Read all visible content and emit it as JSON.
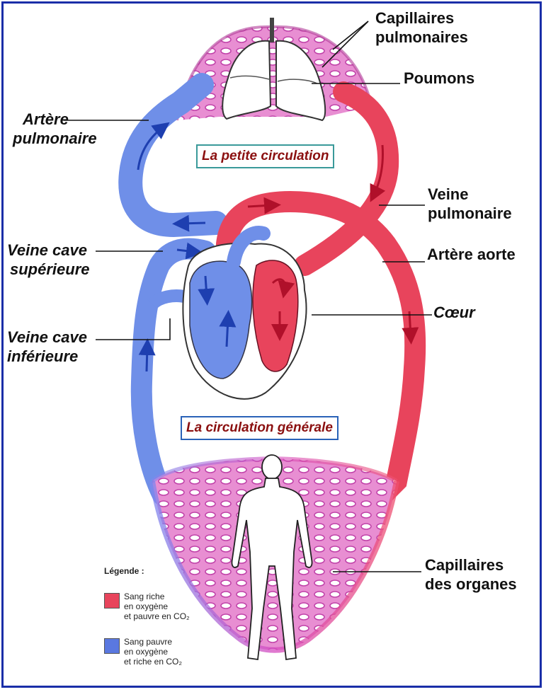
{
  "titles": {
    "petite": "La petite circulation",
    "generale": "La circulation générale"
  },
  "labels": {
    "capillaires_pulmonaires": [
      "Capillaires",
      "pulmonaires"
    ],
    "poumons": "Poumons",
    "artere_pulmonaire": [
      "Artère",
      "pulmonaire"
    ],
    "veine_pulmonaire": [
      "Veine",
      "pulmonaire"
    ],
    "artere_aorte": "Artère aorte",
    "veine_cave_superieure": [
      "Veine cave",
      "supérieure"
    ],
    "coeur": "Cœur",
    "veine_cave_inferieure": [
      "Veine cave",
      "inférieure"
    ],
    "capillaires_organes": [
      "Capillaires",
      "des organes"
    ]
  },
  "legend": {
    "title": "Légende :",
    "items": [
      {
        "text": "Sang riche\nen oxygène\net pauvre en CO₂",
        "color": "#e8445c"
      },
      {
        "text": "Sang pauvre\nen oxygène\net riche en CO₂",
        "color": "#5a78e0"
      }
    ]
  },
  "colors": {
    "oxygenated": "#e8445c",
    "deoxygenated": "#6f8fe8",
    "capillary": "#d44bb8",
    "frame": "#1a2ea8"
  }
}
